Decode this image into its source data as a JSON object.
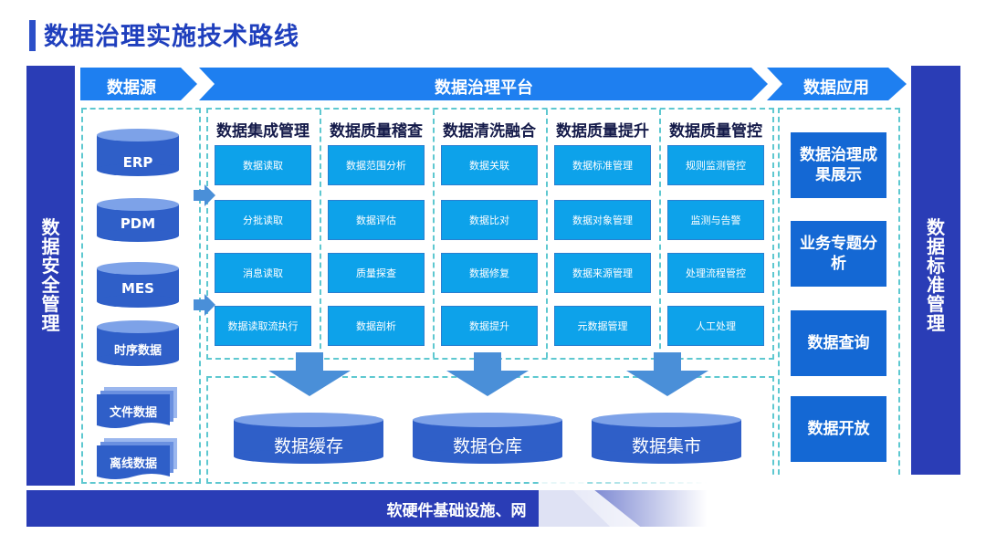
{
  "title": "数据治理实施技术路线",
  "left_side": "数据安全管理",
  "right_side": "数据标准管理",
  "headers": {
    "source": "数据源",
    "platform": "数据治理平台",
    "app": "数据应用"
  },
  "sources": [
    "ERP",
    "PDM",
    "MES",
    "时序数据",
    "文件数据",
    "离线数据"
  ],
  "columns": [
    {
      "title": "数据集成管理",
      "items": [
        "数据读取",
        "分批读取",
        "消息读取",
        "数据读取流执行"
      ]
    },
    {
      "title": "数据质量稽查",
      "items": [
        "数据范围分析",
        "数据评估",
        "质量探查",
        "数据剖析"
      ]
    },
    {
      "title": "数据清洗融合",
      "items": [
        "数据关联",
        "数据比对",
        "数据修复",
        "数据提升"
      ]
    },
    {
      "title": "数据质量提升",
      "items": [
        "数据标准管理",
        "数据对象管理",
        "数据来源管理",
        "元数据管理"
      ]
    },
    {
      "title": "数据质量管控",
      "items": [
        "规则监测管控",
        "监测与告警",
        "处理流程管控",
        "人工处理"
      ]
    }
  ],
  "stores": [
    "数据缓存",
    "数据仓库",
    "数据集市"
  ],
  "apps": [
    "数据治理成果展示",
    "业务专题分析",
    "数据查询",
    "数据开放"
  ],
  "bottom": "软硬件基础设施、网",
  "colors": {
    "primary": "#2a3db6",
    "title": "#1f3fbd",
    "cell": "#0da2ea",
    "arrow_header": "#1e7ff0",
    "dash": "#5ec8d0",
    "cylinder": "#2f5fc8",
    "down_arrow": "#4a8fd8"
  }
}
